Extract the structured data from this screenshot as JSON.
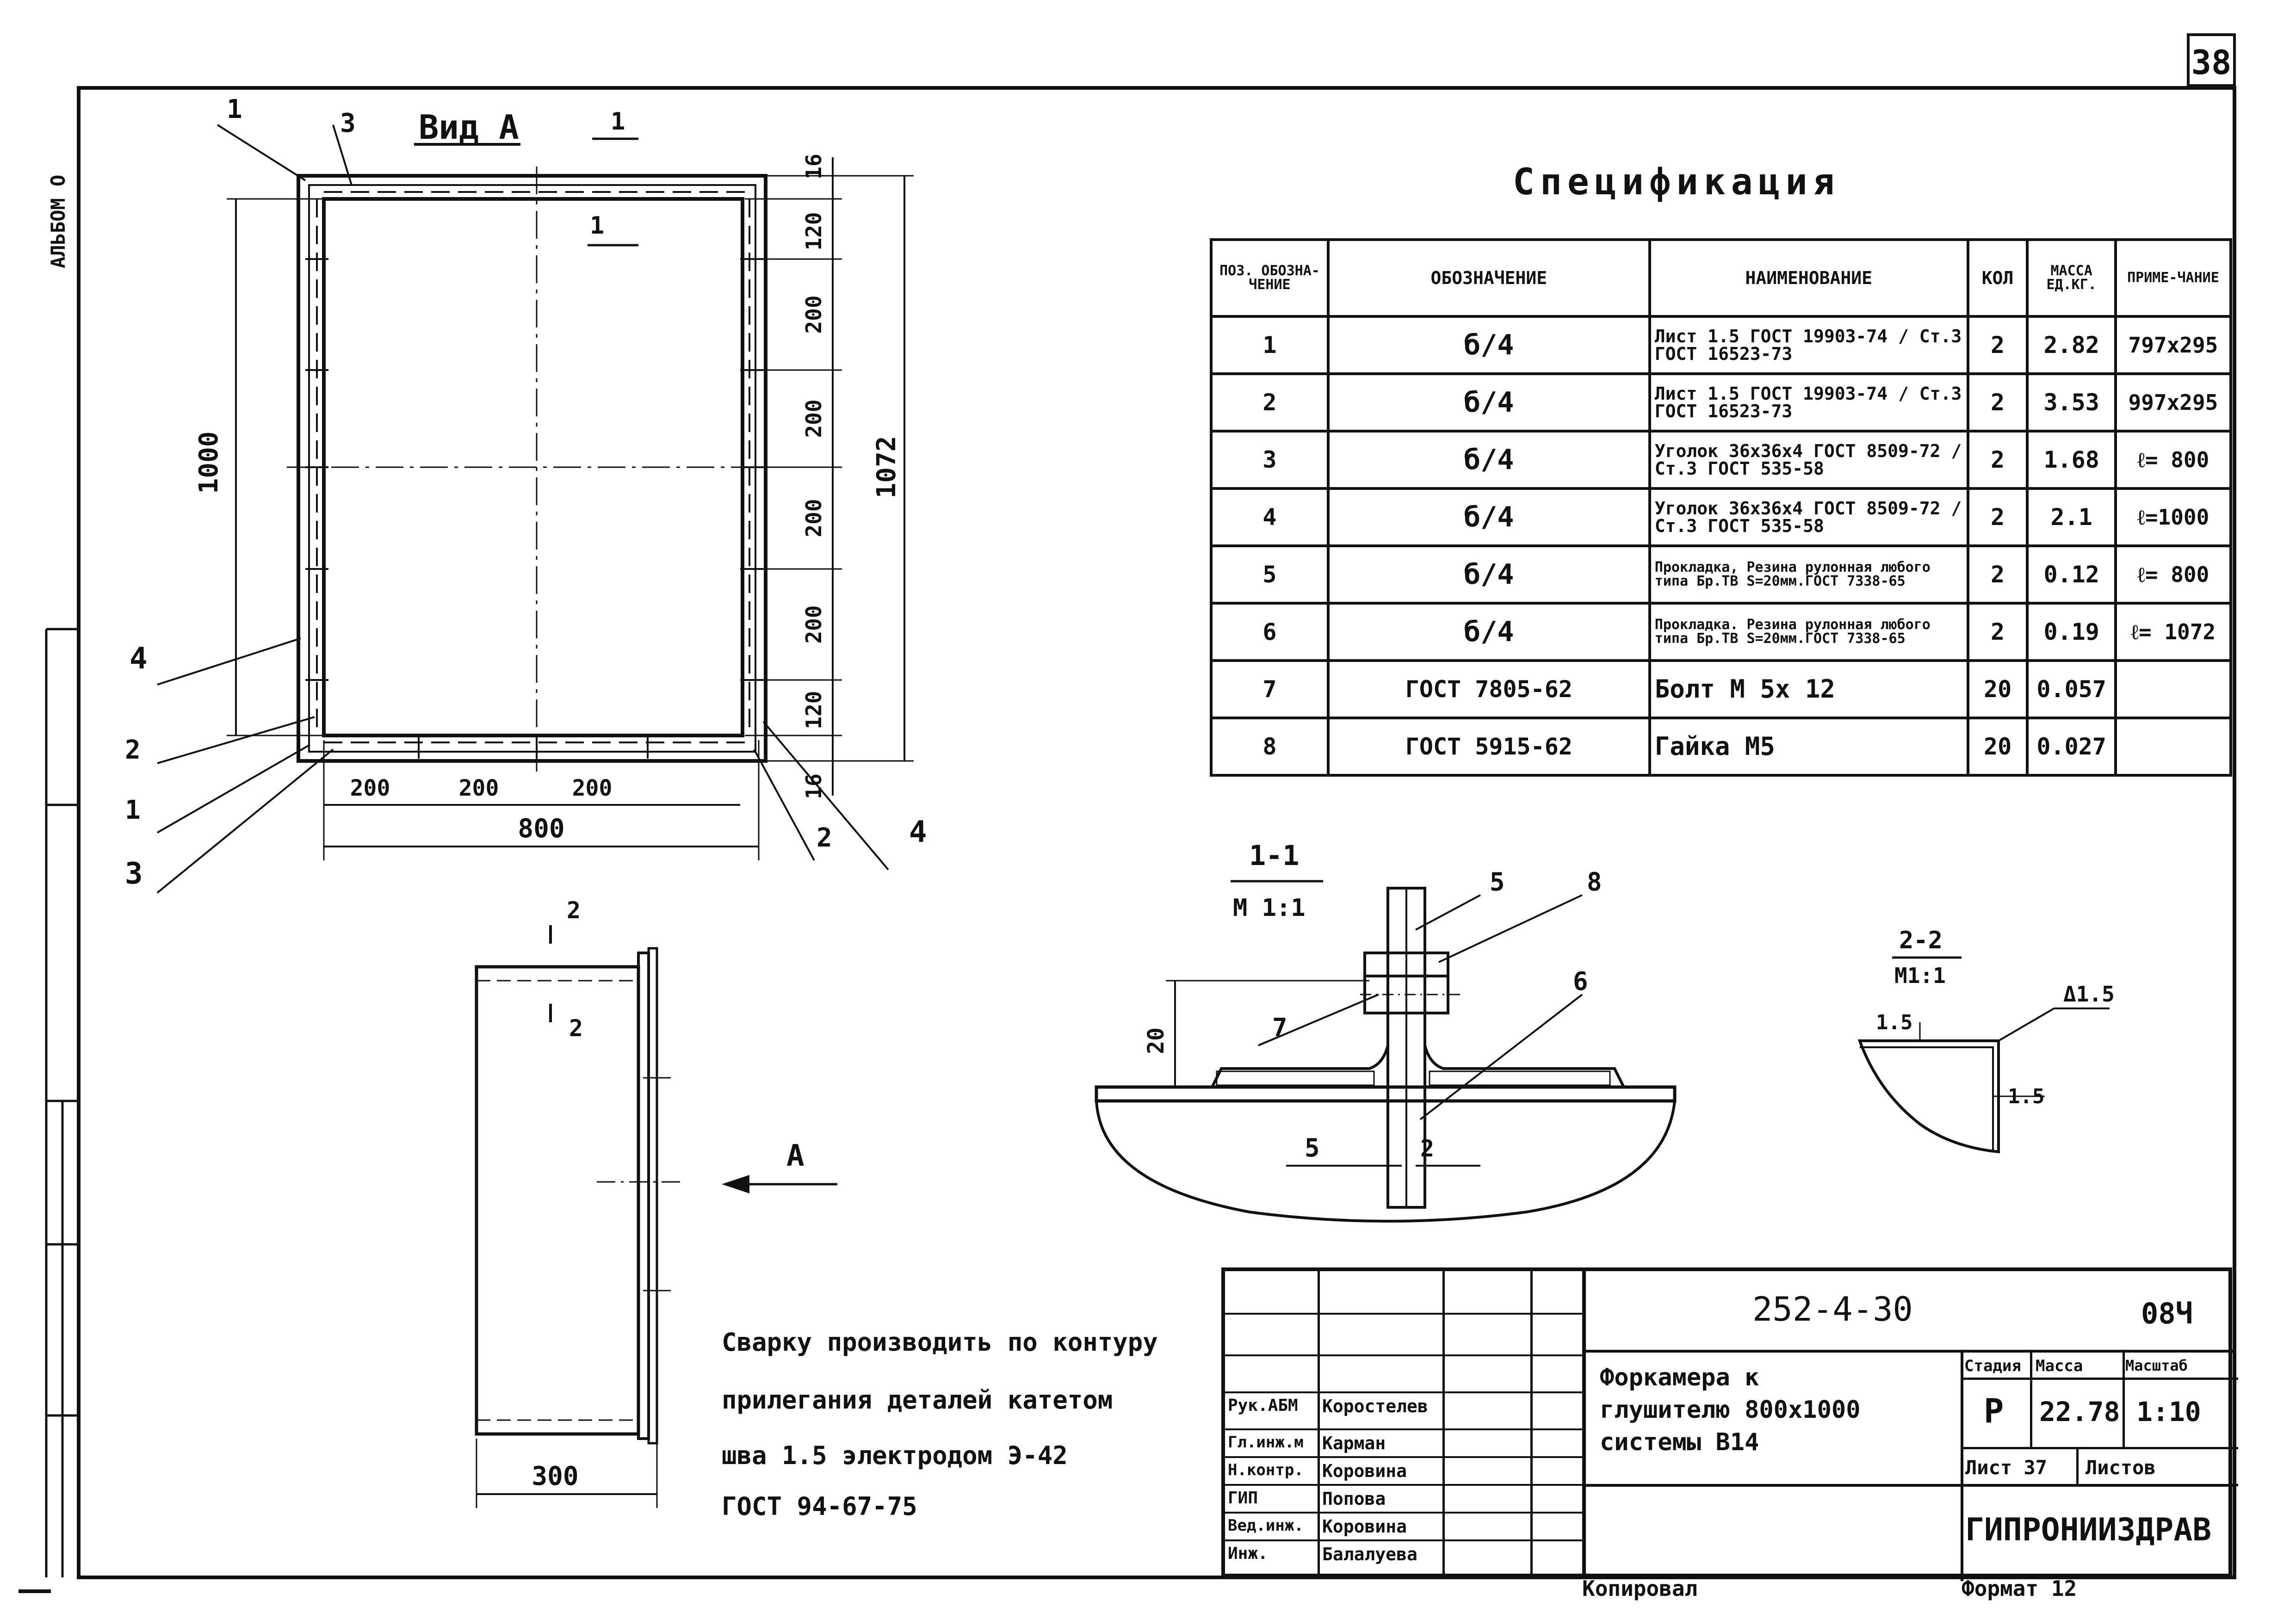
{
  "sheet_number": "38",
  "album_label": "АЛЬБОМ О",
  "spec_title": "Спецификация",
  "spec_headers": {
    "pos": "ПОЗ. ОБОЗНА-ЧЕНИЕ",
    "designation": "ОБОЗНАЧЕНИЕ",
    "name": "НАИМЕНОВАНИЕ",
    "qty": "КОЛ",
    "mass": "МАССА ЕД.КГ.",
    "note": "ПРИМЕ-ЧАНИЕ"
  },
  "spec_rows": [
    {
      "pos": "1",
      "des": "б/4",
      "name": "Лист 1.5 ГОСТ 19903-74 / Ст.3 ГОСТ 16523-73",
      "qty": "2",
      "mass": "2.82",
      "note": "797х295"
    },
    {
      "pos": "2",
      "des": "б/4",
      "name": "Лист 1.5 ГОСТ 19903-74 / Ст.3 ГОСТ 16523-73",
      "qty": "2",
      "mass": "3.53",
      "note": "997х295"
    },
    {
      "pos": "3",
      "des": "б/4",
      "name": "Уголок 36х36х4 ГОСТ 8509-72 / Ст.3 ГОСТ 535-58",
      "qty": "2",
      "mass": "1.68",
      "note": "ℓ= 800"
    },
    {
      "pos": "4",
      "des": "б/4",
      "name": "Уголок 36х36х4 ГОСТ 8509-72 / Ст.3 ГОСТ 535-58",
      "qty": "2",
      "mass": "2.1",
      "note": "ℓ=1000"
    },
    {
      "pos": "5",
      "des": "б/4",
      "name": "Прокладка, Резина рулонная любого типа Бр.ТВ S=20мм.ГОСТ 7338-65",
      "qty": "2",
      "mass": "0.12",
      "note": "ℓ= 800"
    },
    {
      "pos": "6",
      "des": "б/4",
      "name": "Прокладка. Резина рулонная любого типа Бр.ТВ S=20мм.ГОСТ 7338-65",
      "qty": "2",
      "mass": "0.19",
      "note": "ℓ= 1072"
    },
    {
      "pos": "7",
      "des": "ГОСТ 7805-62",
      "name": "Болт М 5х 12",
      "qty": "20",
      "mass": "0.057",
      "note": ""
    },
    {
      "pos": "8",
      "des": "ГОСТ 5915-62",
      "name": "Гайка М5",
      "qty": "20",
      "mass": "0.027",
      "note": ""
    }
  ],
  "view_a": {
    "label": "Вид А",
    "dims": {
      "d1000": "1000",
      "d1072": "1072",
      "d800": "800",
      "d200": "200",
      "d120": "120",
      "d16": "16"
    },
    "callouts": [
      "1",
      "2",
      "3",
      "4"
    ],
    "section_mark": "1"
  },
  "side_view": {
    "section_mark": "2",
    "dim": "300",
    "arrow_label": "А"
  },
  "section_1_1": {
    "label": "1-1",
    "scale": "М 1:1",
    "dim20": "20",
    "callouts": [
      "5",
      "8",
      "7",
      "6",
      "5",
      "2"
    ]
  },
  "section_2_2": {
    "label": "2-2",
    "scale": "М1:1",
    "weld": "Δ1.5",
    "d15": "1.5"
  },
  "note_lines": [
    "Сварку производить по контуру",
    "прилегания деталей катетом",
    "шва 1.5 электродом  Э-42",
    "ГОСТ 94-67-75"
  ],
  "title_block": {
    "doc_number": "252-4-30",
    "code": "08Ч",
    "title_lines": [
      "Форкамера к",
      "глушителю 800х1000",
      "системы  В14"
    ],
    "stage_label": "Стадия",
    "mass_label": "Масса",
    "scale_label": "Масштаб",
    "stage": "Р",
    "mass": "22.78",
    "scale": "1:10",
    "sheet_label": "Лист 37",
    "sheets_label": "Листов",
    "org": "ГИПРОНИИЗДРАВ",
    "roles": [
      {
        "role": "Рук.АБМ",
        "name": "Коростелев"
      },
      {
        "role": "Гл.инж.м",
        "name": "Карман"
      },
      {
        "role": "Н.контр.",
        "name": "Коровина"
      },
      {
        "role": "ГИП",
        "name": "Попова"
      },
      {
        "role": "Вед.инж.",
        "name": "Коровина"
      },
      {
        "role": "Инж.",
        "name": "Балалуева"
      }
    ]
  },
  "copied": "Копировал",
  "format": "Формат 12"
}
